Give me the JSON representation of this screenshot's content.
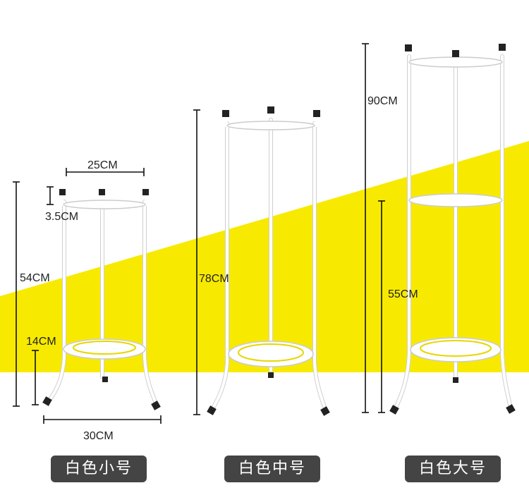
{
  "colors": {
    "accent": "#f7ea00",
    "frame": "#ffffff",
    "badge_bg": "#444444",
    "badge_text": "#ffffff",
    "dimension_line": "#111111"
  },
  "small": {
    "width_top": "25CM",
    "leg_height": "3.5CM",
    "total_height": "54CM",
    "shelf_height": "14CM",
    "base_width": "30CM",
    "label": "白色小号"
  },
  "medium": {
    "total_height": "78CM",
    "label": "白色中号"
  },
  "large": {
    "total_height": "90CM",
    "shelf_height": "55CM",
    "label": "白色大号"
  }
}
